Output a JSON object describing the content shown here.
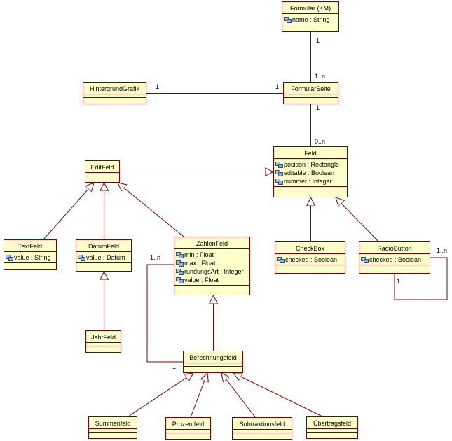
{
  "colors": {
    "border": "#800000",
    "fill": "#ffffcc",
    "line": "#800000"
  },
  "classes": {
    "formular": {
      "name": "Formular (KM)",
      "attributes": [
        {
          "icon": "attribute-icon",
          "text": "name : String"
        }
      ]
    },
    "formularseite": {
      "name": "FormularSeite"
    },
    "hintergrundgrafik": {
      "name": "HintergrundGrafik"
    },
    "feld": {
      "name": "Feld",
      "attributes": [
        {
          "icon": "attribute-icon",
          "text": "position : Rectangle"
        },
        {
          "icon": "attribute-icon",
          "text": "editable : Boolean"
        },
        {
          "icon": "attribute-icon",
          "text": "nummer : Integer"
        }
      ]
    },
    "editfeld": {
      "name": "EditFeld"
    },
    "textfeld": {
      "name": "TextFeld",
      "attributes": [
        {
          "icon": "attribute-icon",
          "text": "value : String"
        }
      ]
    },
    "datumfeld": {
      "name": "DatumFeld",
      "attributes": [
        {
          "icon": "attribute-icon",
          "text": "value : Datum"
        }
      ]
    },
    "zahlenfeld": {
      "name": "ZahlenFeld",
      "attributes": [
        {
          "icon": "attribute-icon",
          "text": "min : Float"
        },
        {
          "icon": "attribute-icon",
          "text": "max : Float"
        },
        {
          "icon": "attribute-icon",
          "text": "rundungsArt : Integer"
        },
        {
          "icon": "attribute-icon",
          "text": "value : Float"
        }
      ]
    },
    "checkbox": {
      "name": "CheckBox",
      "attributes": [
        {
          "icon": "attribute-icon",
          "text": "checked : Boolean"
        }
      ]
    },
    "radiobutton": {
      "name": "RadioButton",
      "attributes": [
        {
          "icon": "attribute-icon",
          "text": "checked : Boolean"
        }
      ]
    },
    "jahrfeld": {
      "name": "JahrFeld"
    },
    "berechnungsfeld": {
      "name": "Berechnungsfeld"
    },
    "summenfeld": {
      "name": "Summenfeld"
    },
    "prozentfeld": {
      "name": "Prozentfeld"
    },
    "subtraktionsfeld": {
      "name": "Subtraktionsfeld"
    },
    "uebertragsfeld": {
      "name": "Übertragsfeld"
    }
  },
  "multiplicities": {
    "formular_1": "1",
    "formularseite_1n": "1..n",
    "hintergrund_1": "1",
    "formularseite_1": "1",
    "formularseite_feld_1": "1",
    "feld_0n": "0..n",
    "zahlen_1n": "1..n",
    "berechnung_1": "1",
    "radio_1n": "1..n",
    "radio_1": "1"
  }
}
